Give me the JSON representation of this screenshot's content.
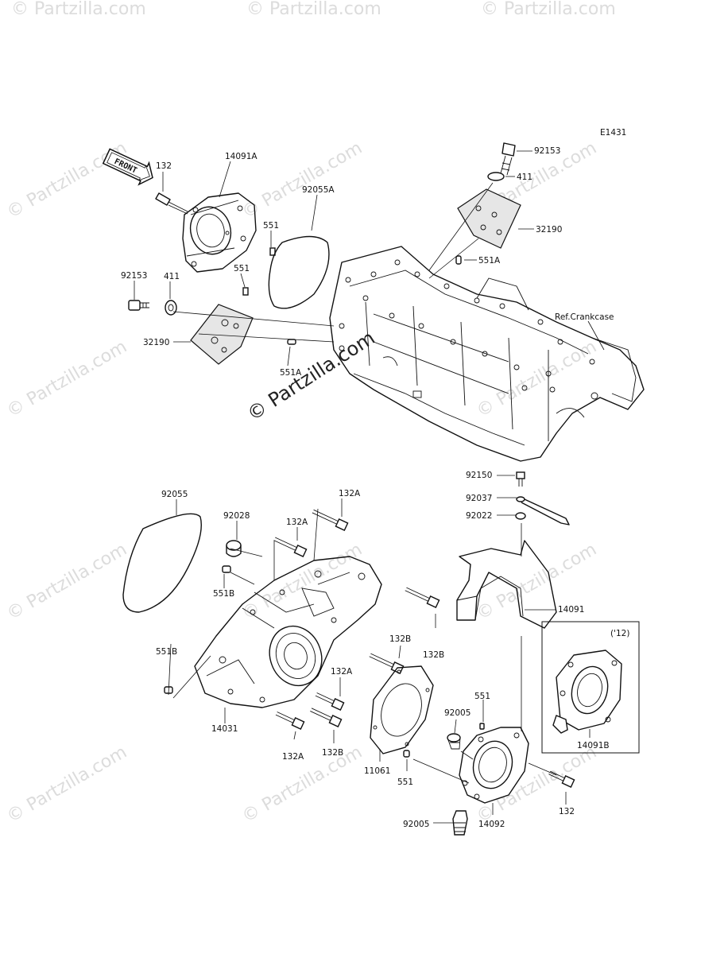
{
  "diagram_code": "E1431",
  "front_arrow_text": "FRONT",
  "watermark_text": "© Partzilla.com",
  "ref_crankcase": "Ref.Crankcase",
  "inset_label": "('12)",
  "labels": {
    "l132_top": "132",
    "l14091A": "14091A",
    "l92055A": "92055A",
    "l551_a": "551",
    "l551_b": "551",
    "l92153_left": "92153",
    "l411_left": "411",
    "l32190_left": "32190",
    "l551A_left": "551A",
    "l92153_right": "92153",
    "l411_right": "411",
    "l32190_right": "32190",
    "l551A_right": "551A",
    "l92150": "92150",
    "l92037": "92037",
    "l92022": "92022",
    "l92055": "92055",
    "l92028": "92028",
    "l132A_1": "132A",
    "l132A_2": "132A",
    "l551B_1": "551B",
    "l551B_2": "551B",
    "l132B_1": "132B",
    "l132B_2": "132B",
    "l132A_3": "132A",
    "l14031": "14031",
    "l132A_4": "132A",
    "l132B_3": "132B",
    "l14091": "14091",
    "l92005_1": "92005",
    "l551_c": "551",
    "l11061": "11061",
    "l551_d": "551",
    "l92005_2": "92005",
    "l14092": "14092",
    "l132_bottom": "132",
    "l14091B": "14091B"
  }
}
